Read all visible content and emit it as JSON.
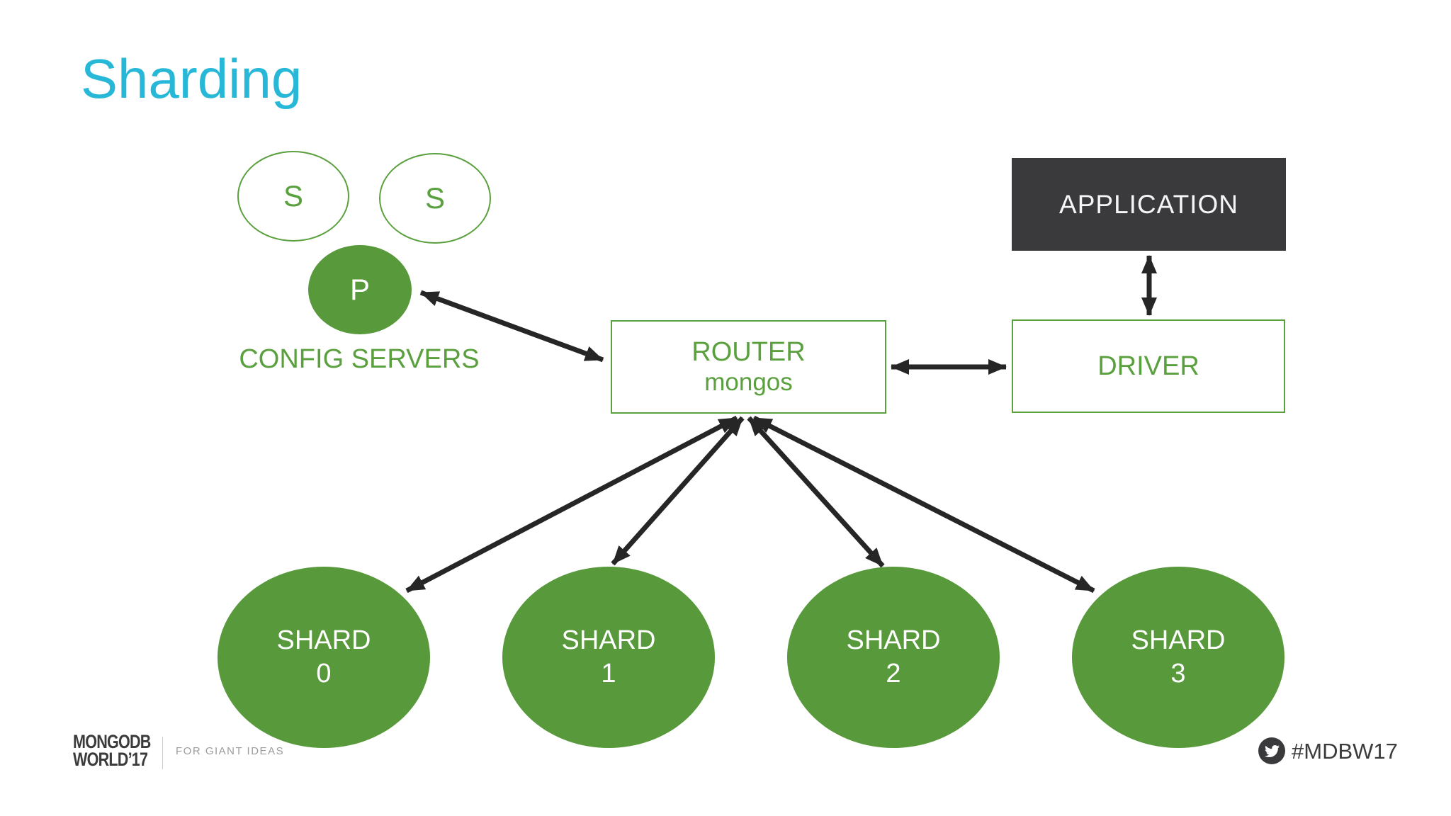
{
  "slide": {
    "title": "Sharding"
  },
  "config_servers": {
    "label": "CONFIG SERVERS",
    "secondary_label": "S",
    "primary_label": "P"
  },
  "router": {
    "title": "ROUTER",
    "subtitle": "mongos"
  },
  "application": {
    "label": "APPLICATION"
  },
  "driver": {
    "label": "DRIVER"
  },
  "shards": [
    {
      "name": "SHARD",
      "number": "0"
    },
    {
      "name": "SHARD",
      "number": "1"
    },
    {
      "name": "SHARD",
      "number": "2"
    },
    {
      "name": "SHARD",
      "number": "3"
    }
  ],
  "footer": {
    "brand_line1": "MONGODB",
    "brand_line2": "WORLD’17",
    "tagline": "FOR GIANT IDEAS",
    "hashtag": "#MDBW17",
    "twitter_icon": "twitter-bird-icon"
  },
  "colors": {
    "title_cyan": "#27b8d8",
    "green_fill": "#58993b",
    "green_line_text": "#5ba03e",
    "dark_box": "#3a3a3c",
    "arrow_black": "#262626",
    "footer_dark": "#3b3b3b",
    "footer_gray": "#9b9b9b",
    "background": "#ffffff"
  }
}
